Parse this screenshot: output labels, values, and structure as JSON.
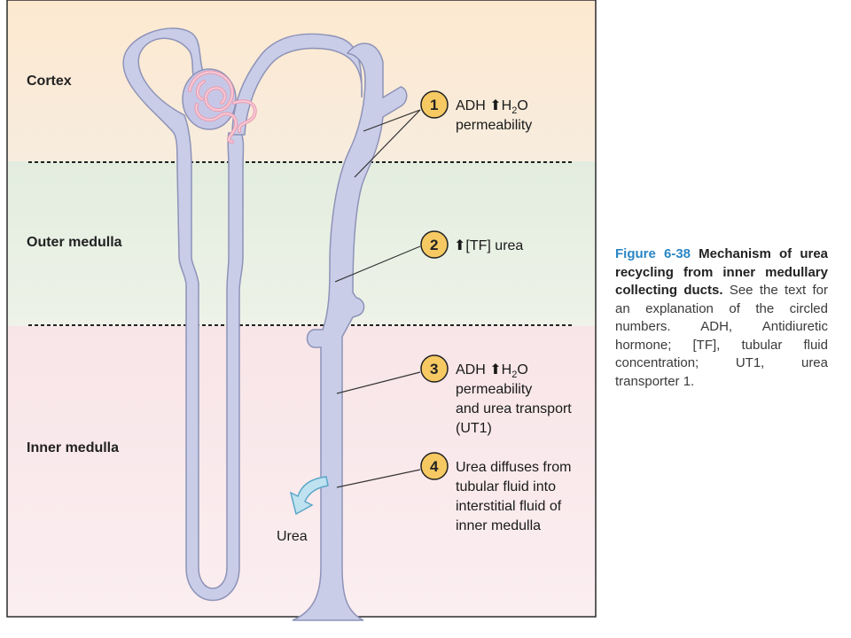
{
  "zones": {
    "cortex": "Cortex",
    "outer_medulla": "Outer medulla",
    "inner_medulla": "Inner medulla"
  },
  "steps": [
    {
      "number": "1",
      "lines": [
        "ADH ",
        "H",
        "2",
        "O",
        "permeability"
      ]
    },
    {
      "number": "2",
      "lines": [
        "[TF] urea"
      ]
    },
    {
      "number": "3",
      "lines": [
        "ADH ",
        "H",
        "2",
        "O",
        "permeability",
        "and urea transport",
        "(UT1)"
      ]
    },
    {
      "number": "4",
      "lines": [
        "Urea diffuses from",
        "tubular fluid into",
        "interstitial fluid of",
        "inner medulla"
      ]
    }
  ],
  "urea_label": "Urea",
  "caption": {
    "figure_number": "Figure 6-38",
    "title": "Mechanism of urea recycling from inner medullary collecting ducts.",
    "body": "See the text for an explanation of the circled numbers. ADH, Antidiuretic hormone; [TF], tubular fluid concentration; UT1, urea transporter 1."
  },
  "colors": {
    "cortex": "#fbe8d2",
    "outer_medulla": "#e6efe2",
    "inner_medulla": "#f9e6ea",
    "tubule": "#c9cde8",
    "tubule_outline": "#8e93b8",
    "step_circle": "#f6c963",
    "glomerulus": "#f3b7c6",
    "caption_accent": "#2a86c4"
  }
}
